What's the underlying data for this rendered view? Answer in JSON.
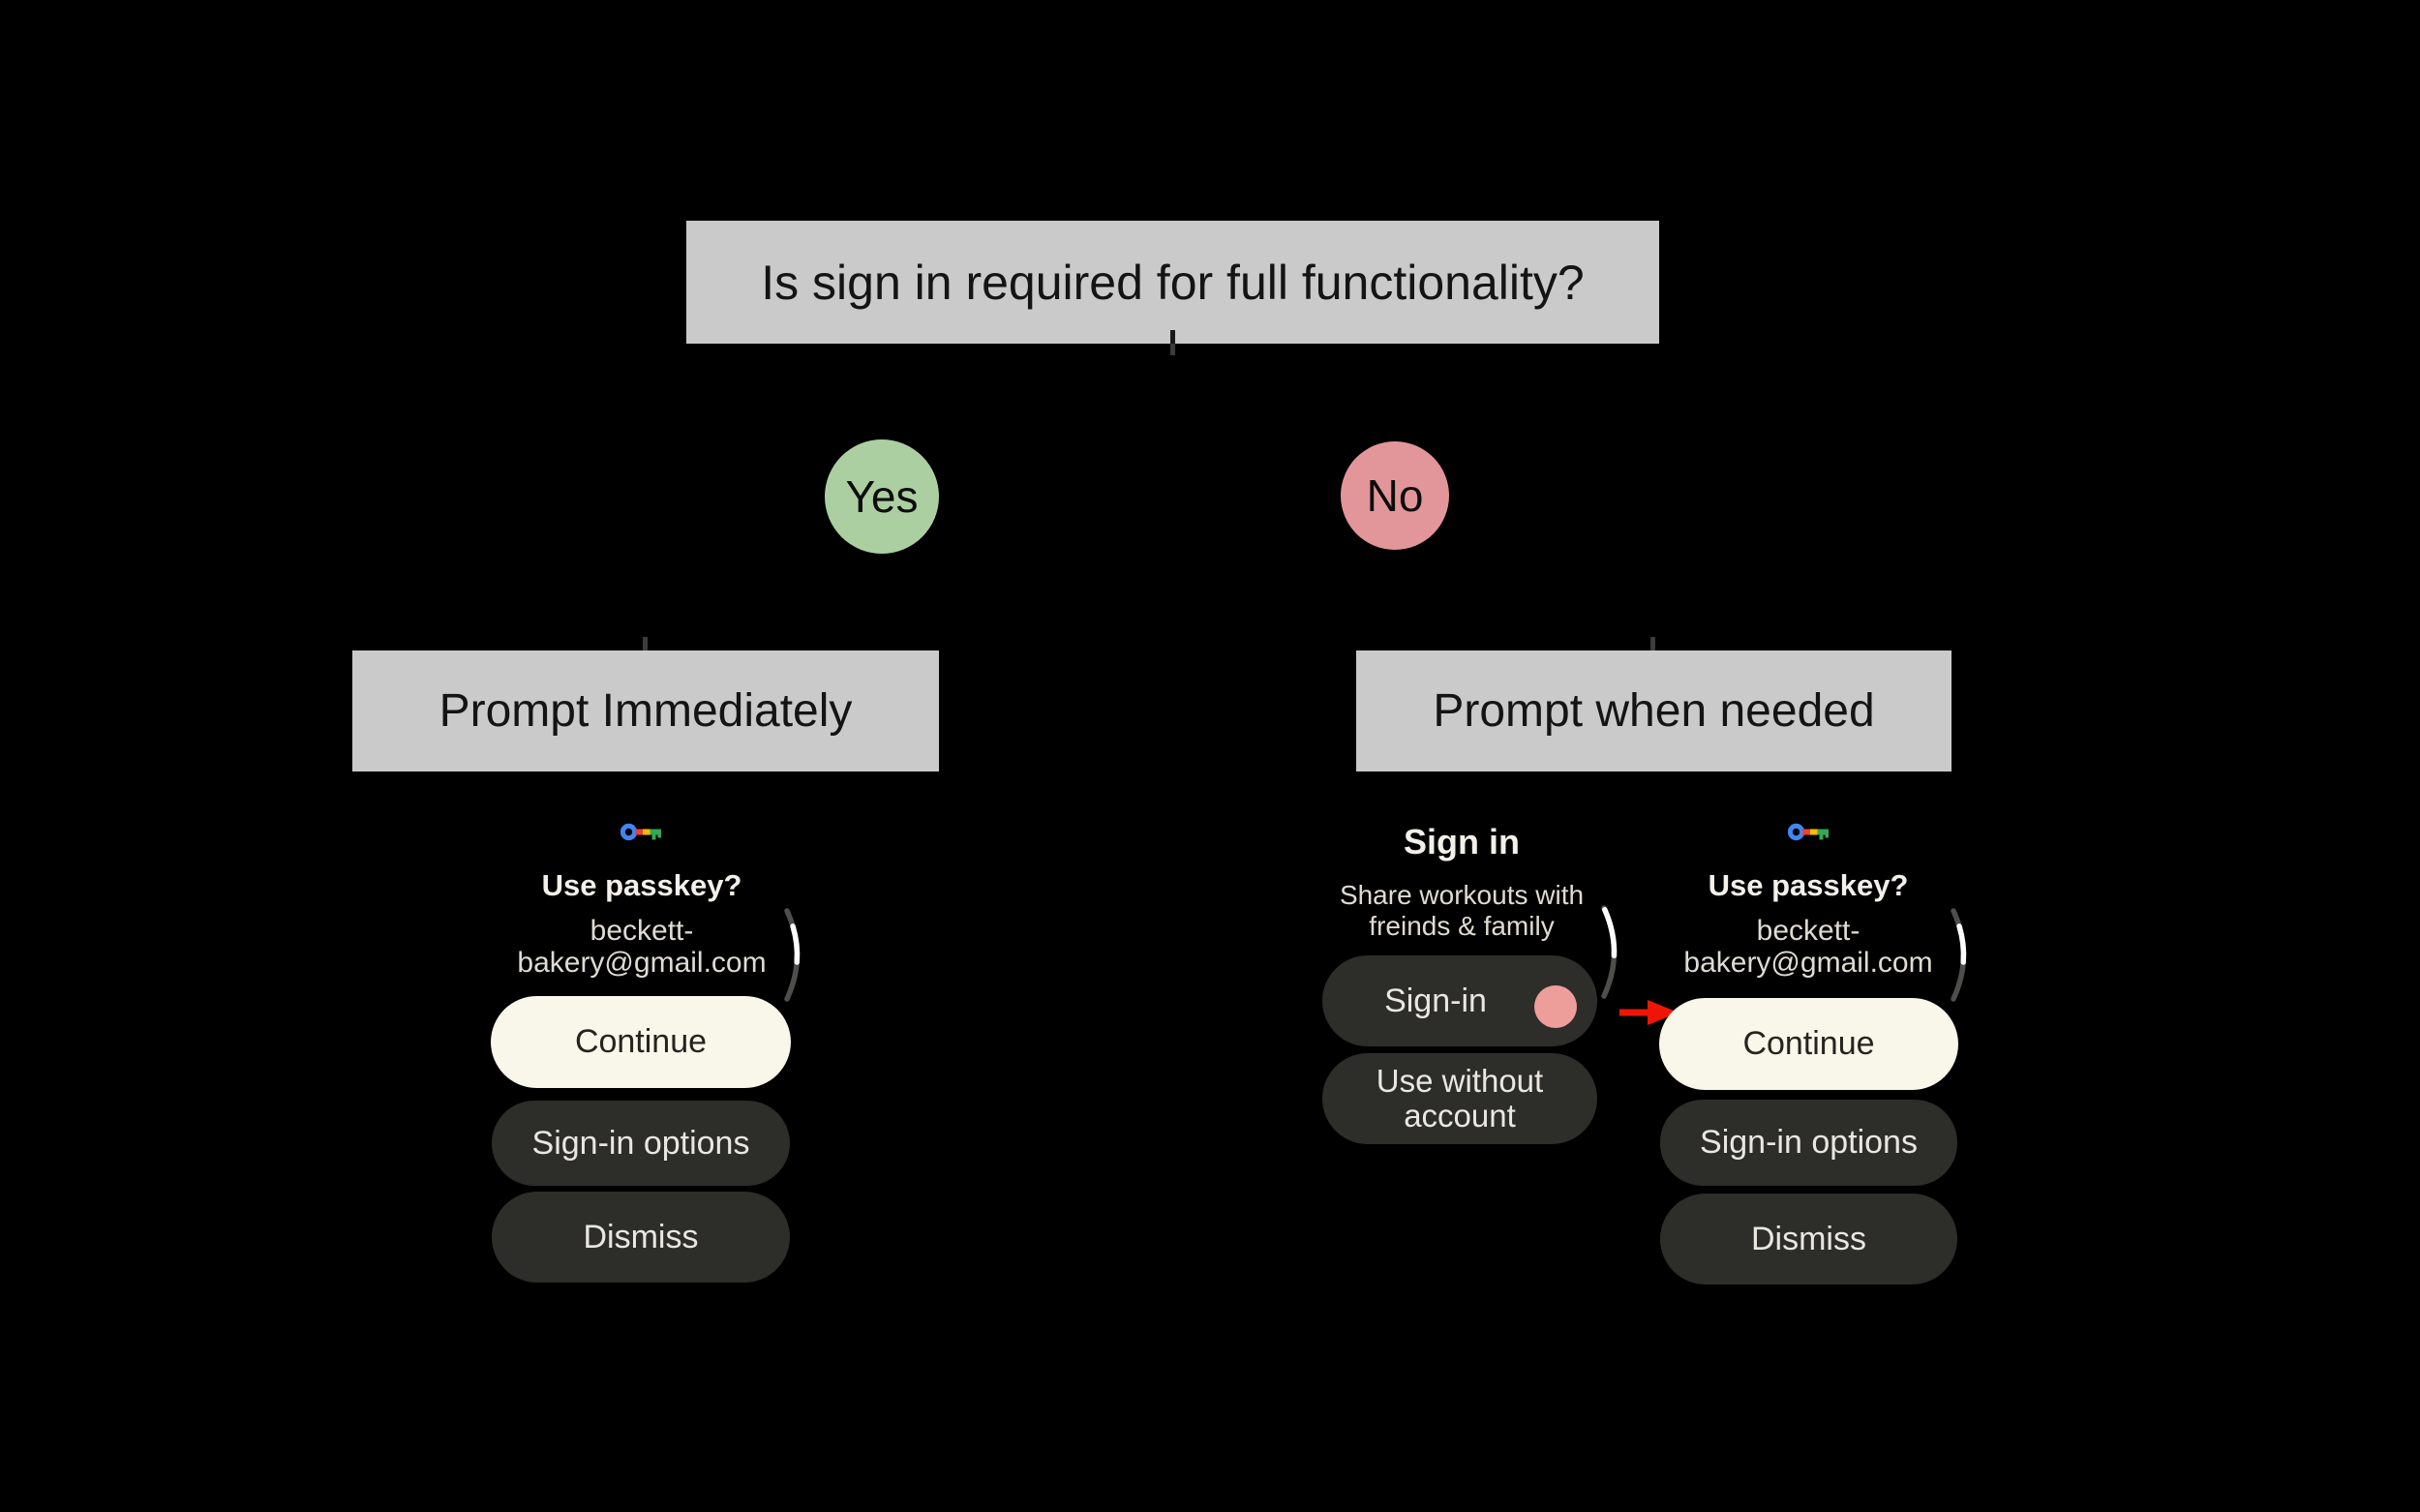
{
  "flow": {
    "question": "Is sign in required for full functionality?",
    "yes": {
      "label": "Yes",
      "outcome": "Prompt Immediately"
    },
    "no": {
      "label": "No",
      "outcome": "Prompt when needed"
    }
  },
  "passkey_screen": {
    "icon": "google-passkey-icon",
    "title": "Use passkey?",
    "email_line1": "beckett-",
    "email_line2": "bakery@gmail.com",
    "continue_label": "Continue",
    "signin_options_label": "Sign-in options",
    "dismiss_label": "Dismiss"
  },
  "signin_screen": {
    "title": "Sign in",
    "subtitle_line1": "Share workouts with",
    "subtitle_line2": "freinds & family",
    "signin_label": "Sign-in",
    "use_without_account_line1": "Use without",
    "use_without_account_line2": "account"
  },
  "colors": {
    "background": "#000000",
    "box_gray": "#CACACA",
    "box_text": "#141414",
    "yes_green": "#ACCFA1",
    "no_pink": "#E2969A",
    "cream_button": "#F9F6EA",
    "dark_button": "#2D2D2A",
    "watch_text": "#F3F0EA",
    "watch_secondary_text": "#DFDBD4",
    "pink_cursor": "#ED9E9A",
    "arrow_red": "#EE1507",
    "arc_track": "#4E4E4C",
    "arc_thumb": "#FFFFFF",
    "passkey_blue": "#4285F4",
    "passkey_red": "#EA4335",
    "passkey_yellow": "#FBBC04",
    "passkey_green": "#34A853"
  }
}
